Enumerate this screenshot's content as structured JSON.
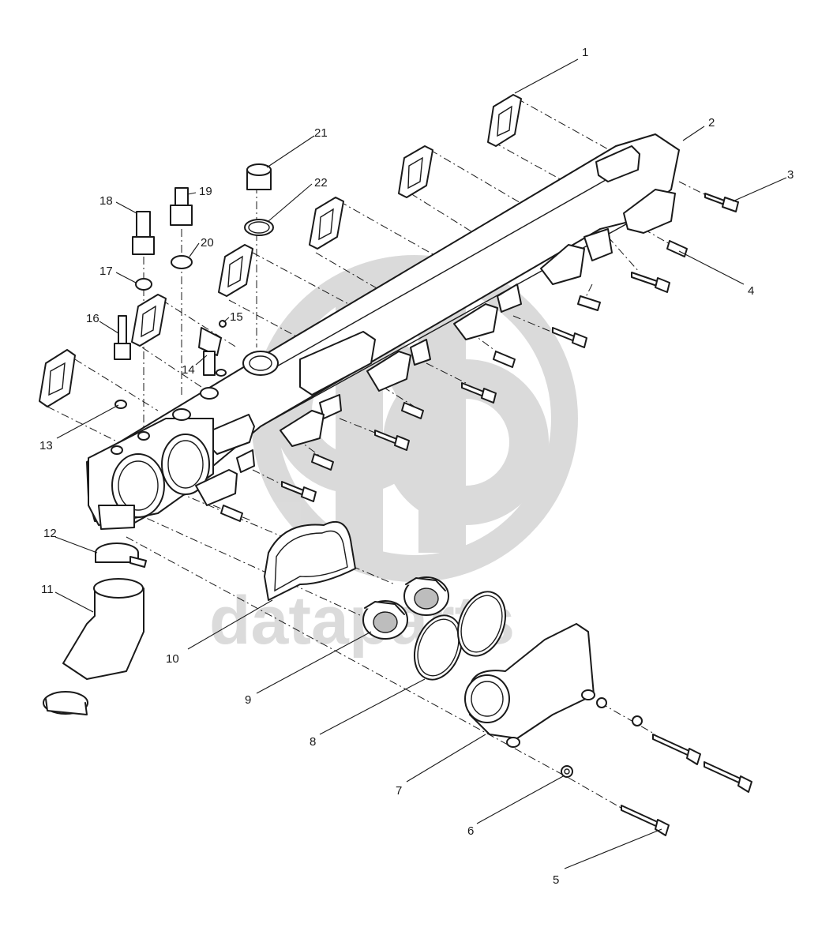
{
  "watermark": {
    "text": "dataparts",
    "color": "#cccccc"
  },
  "callouts": [
    {
      "id": "c1",
      "label": "1"
    },
    {
      "id": "c2",
      "label": "2"
    },
    {
      "id": "c3",
      "label": "3"
    },
    {
      "id": "c4",
      "label": "4"
    },
    {
      "id": "c5",
      "label": "5"
    },
    {
      "id": "c6",
      "label": "6"
    },
    {
      "id": "c7",
      "label": "7"
    },
    {
      "id": "c8",
      "label": "8"
    },
    {
      "id": "c9",
      "label": "9"
    },
    {
      "id": "c10",
      "label": "10"
    },
    {
      "id": "c11",
      "label": "11"
    },
    {
      "id": "c12",
      "label": "12"
    },
    {
      "id": "c13",
      "label": "13"
    },
    {
      "id": "c14",
      "label": "14"
    },
    {
      "id": "c15",
      "label": "15"
    },
    {
      "id": "c16",
      "label": "16"
    },
    {
      "id": "c17",
      "label": "17"
    },
    {
      "id": "c18",
      "label": "18"
    },
    {
      "id": "c19",
      "label": "19"
    },
    {
      "id": "c20",
      "label": "20"
    },
    {
      "id": "c21",
      "label": "21"
    },
    {
      "id": "c22",
      "label": "22"
    }
  ],
  "colors": {
    "line": "#1a1a1a",
    "background": "#ffffff",
    "watermark": "#cccccc"
  }
}
